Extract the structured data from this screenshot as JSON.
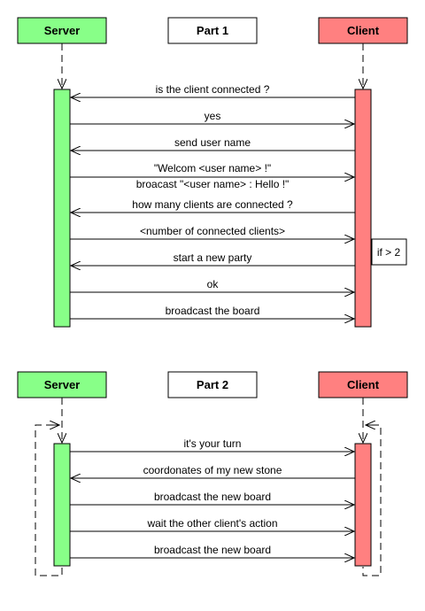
{
  "colors": {
    "server_fill": "#88FF88",
    "client_fill": "#FF8080",
    "part_fill": "#FFFFFF",
    "stroke": "#000000"
  },
  "part1": {
    "server_label": "Server",
    "title": "Part 1",
    "client_label": "Client",
    "messages": [
      "is the client connected ?",
      "yes",
      "send user name",
      "\"Welcom <user name> !\"",
      "broacast \"<user name> : Hello !\"",
      "how many clients are connected ?",
      "<number of connected clients>",
      "start a new party",
      "ok",
      "broadcast the board"
    ],
    "condition": "if > 2"
  },
  "part2": {
    "server_label": "Server",
    "title": "Part 2",
    "client_label": "Client",
    "messages": [
      "it's your turn",
      "coordonates of my new stone",
      "broadcast the new board",
      "wait the other client's action",
      "broadcast the new board"
    ]
  }
}
